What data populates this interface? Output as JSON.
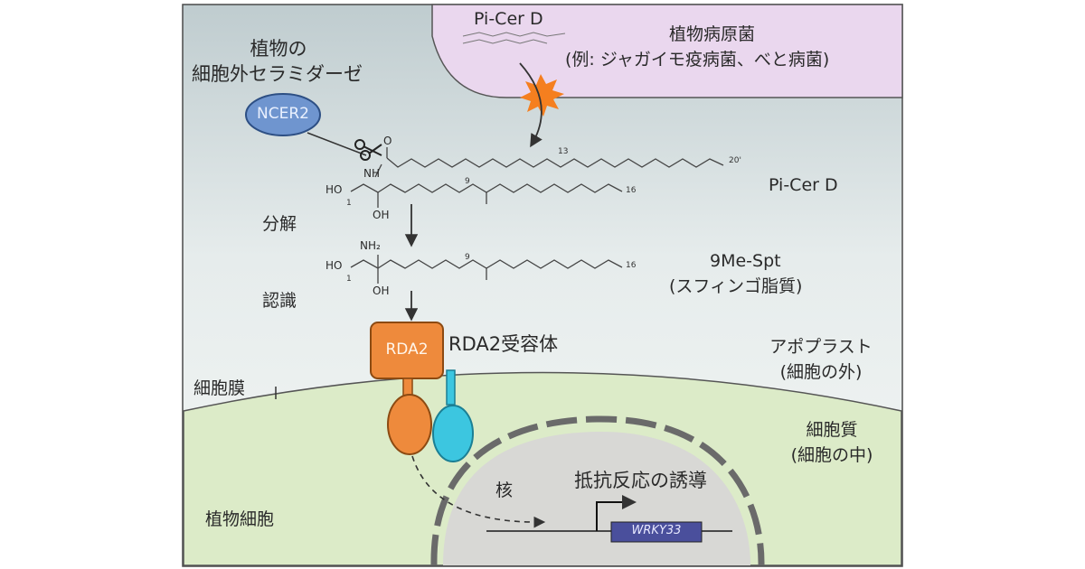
{
  "pathogen": {
    "title": "植物病原菌",
    "examples": "(例: ジャガイモ疫病菌、べと病菌)",
    "molecule_label": "Pi-Cer D"
  },
  "enzyme": {
    "title_line1": "植物の",
    "title_line2": "細胞外セラミダーゼ",
    "badge": "NCER2"
  },
  "molecules": {
    "picer_name": "Pi-Cer D",
    "spt_name": "9Me-Spt",
    "spt_class": "(スフィンゴ脂質)",
    "atoms": {
      "o": "O",
      "nh": "NH",
      "nh2": "NH₂",
      "ho": "HO",
      "oh": "OH",
      "n1": "1",
      "n9": "9",
      "n13": "13",
      "n16": "16",
      "n20": "20'"
    }
  },
  "steps": {
    "degradation": "分解",
    "recognition": "認識"
  },
  "receptor": {
    "badge": "RDA2",
    "label": "RDA2受容体"
  },
  "regions": {
    "apoplast_line1": "アポプラスト",
    "apoplast_line2": "(細胞の外)",
    "membrane": "細胞膜",
    "cytoplasm_line1": "細胞質",
    "cytoplasm_line2": "(細胞の中)",
    "plant_cell": "植物細胞",
    "nucleus": "核"
  },
  "response": {
    "title": "抵抗反応の誘導",
    "gene": "WRKY33"
  },
  "colors": {
    "pathogen_fill": "#ead7ee",
    "cytoplasm_fill": "#dcebc8",
    "ncer2_fill": "#6f95cf",
    "rda2_fill": "#ee8a3c",
    "cyan_domain": "#3cc6e0",
    "gene_box": "#4a4f9c",
    "burst": "#f57f1f"
  }
}
